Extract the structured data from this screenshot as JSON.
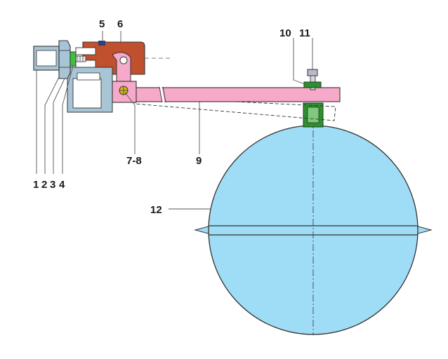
{
  "labels": {
    "n1": "1",
    "n2": "2",
    "n3": "3",
    "n4": "4",
    "n5": "5",
    "n6": "6",
    "n7_8": "7-8",
    "n9": "9",
    "n10": "10",
    "n11": "11",
    "n12": "12"
  },
  "colors": {
    "float_ball": "#9fdcf5",
    "lever_arm": "#f6a9c9",
    "valve_body": "#c0502e",
    "fitting": "#a8c5d6",
    "bracket": "#a8c5d6",
    "seat_washer": "#3fbf3f",
    "ball_clamp": "#2f8f2f",
    "pivot_pin": "#d9b21f",
    "outline": "#333333"
  }
}
